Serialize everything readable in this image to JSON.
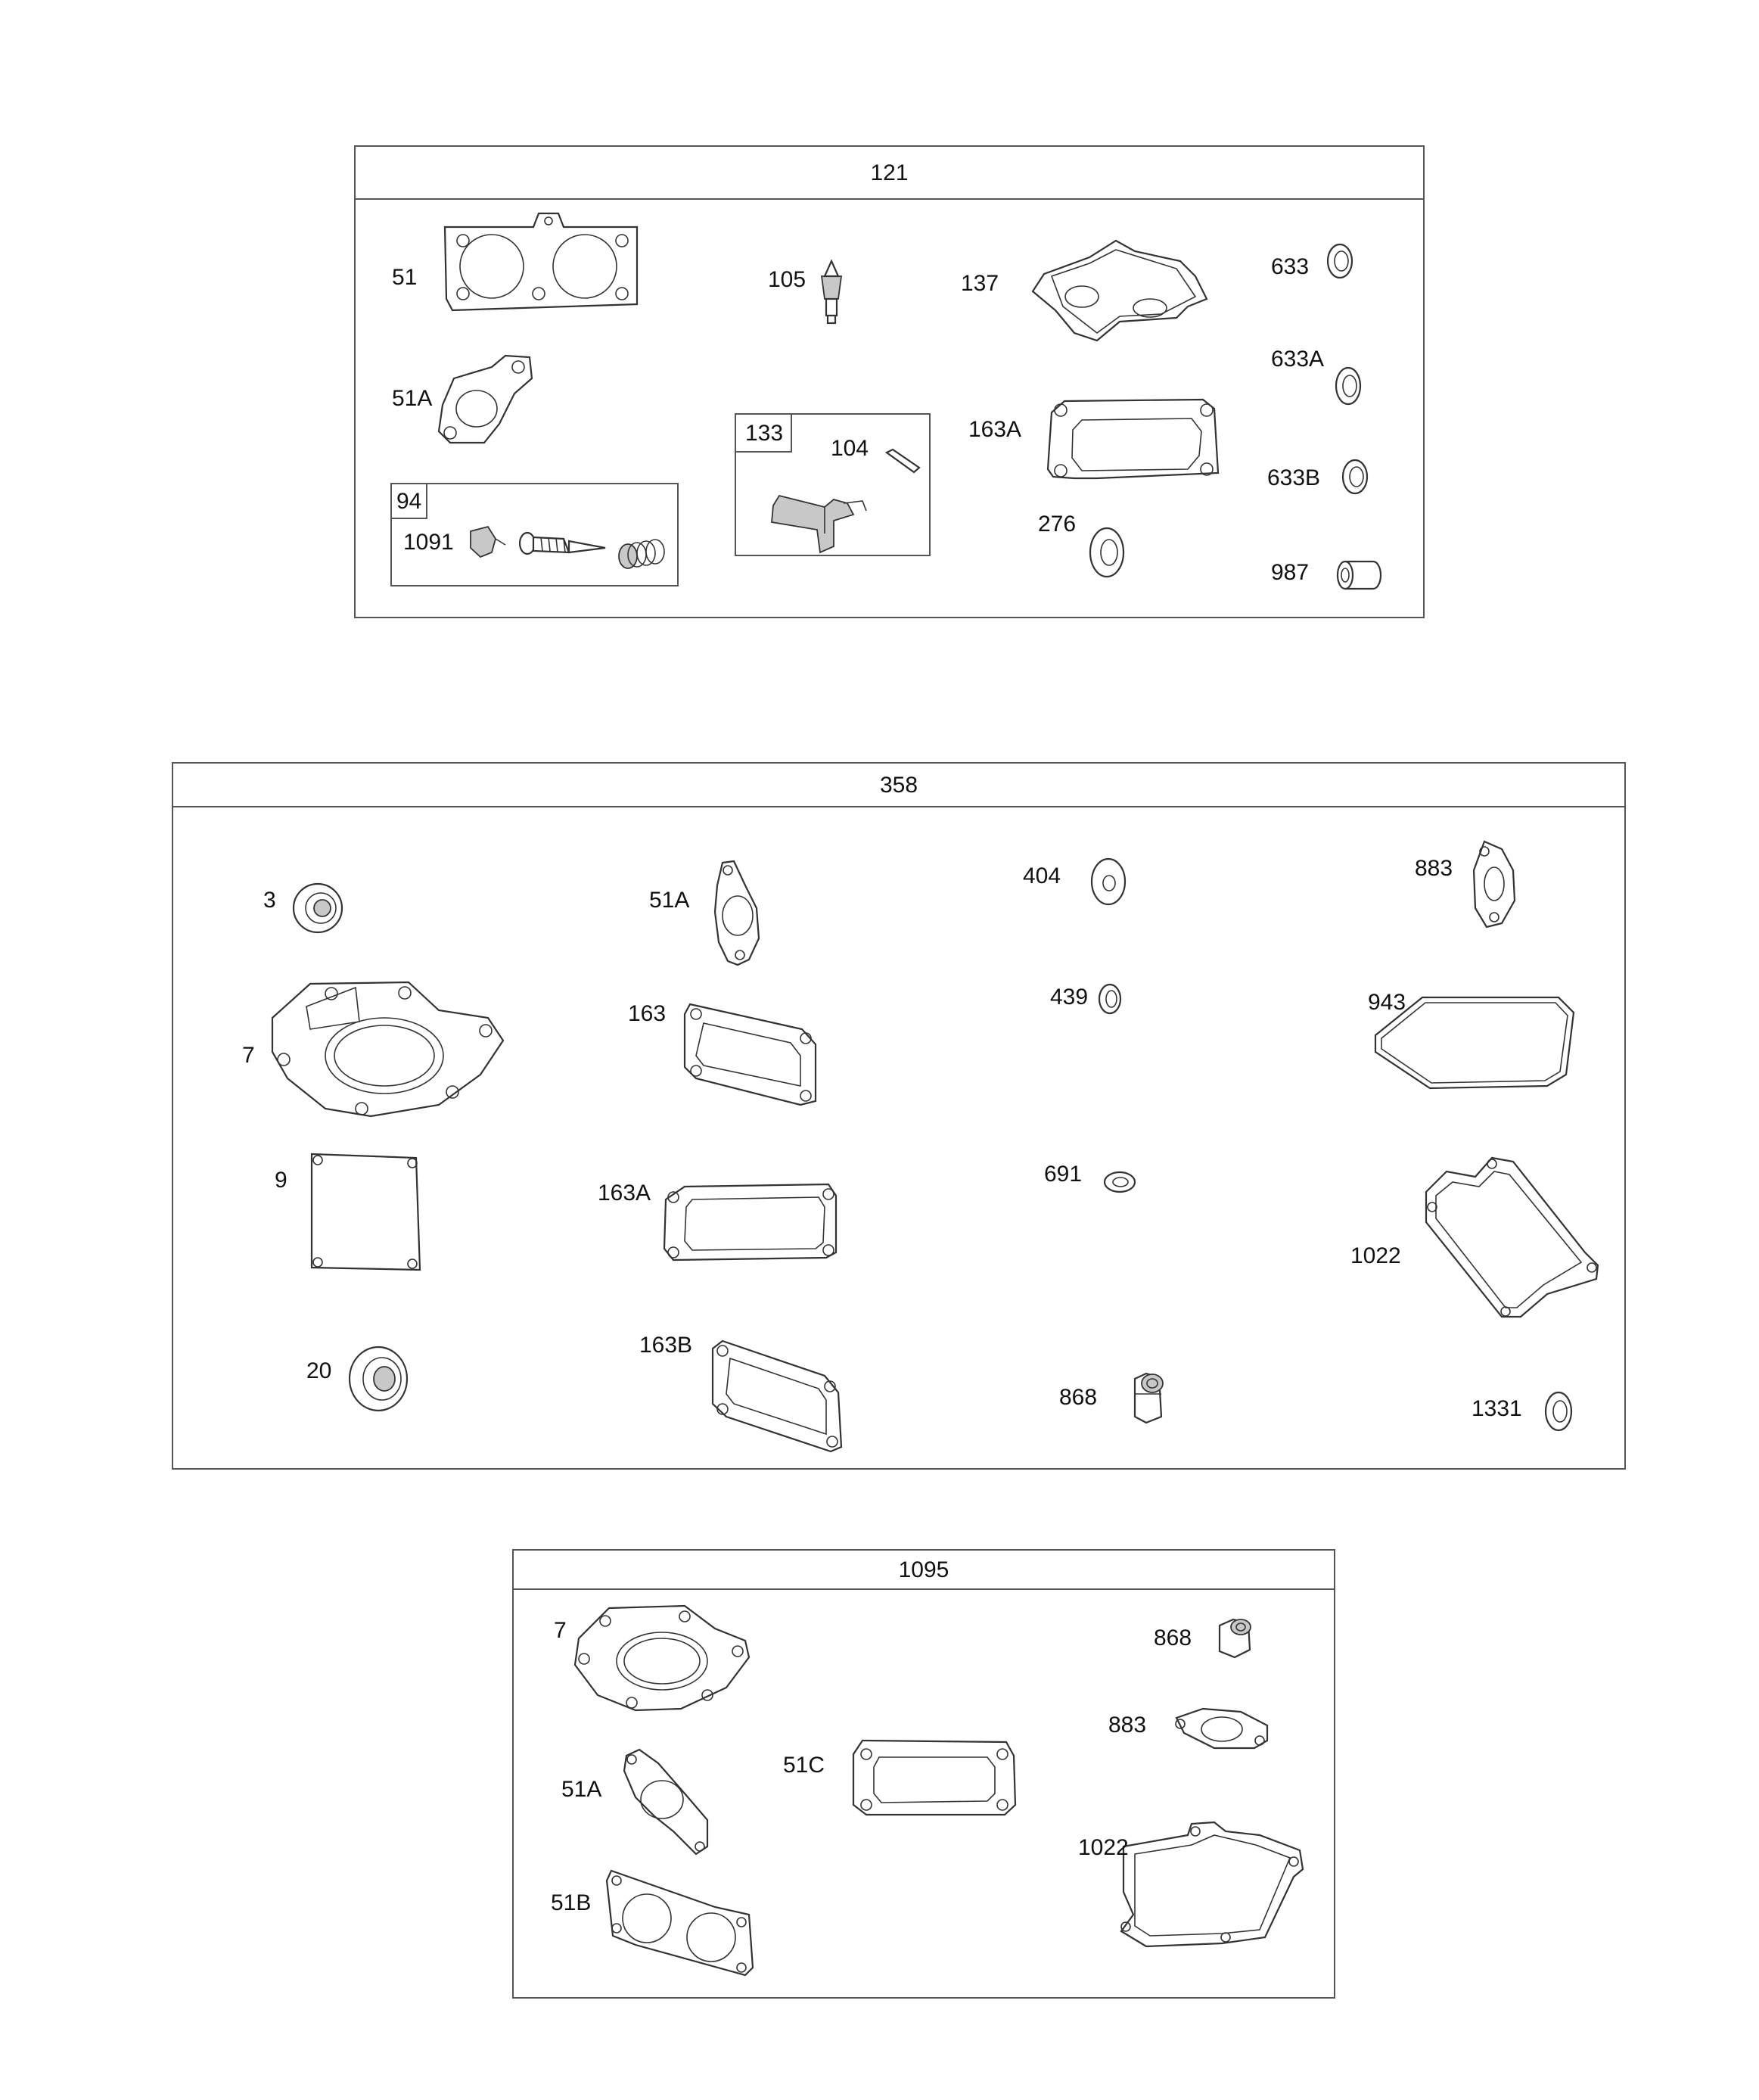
{
  "kits": [
    {
      "number": "121",
      "parts": [
        "51",
        "105",
        "137",
        "633",
        "633A",
        "51A",
        "163A",
        "633B",
        "276",
        "987"
      ],
      "subkits": [
        {
          "number": "94",
          "parts": [
            "1091"
          ]
        },
        {
          "number": "133",
          "parts": [
            "104"
          ]
        }
      ]
    },
    {
      "number": "358",
      "parts": [
        "3",
        "51A",
        "404",
        "883",
        "439",
        "7",
        "163",
        "943",
        "9",
        "163A",
        "691",
        "1022",
        "20",
        "163B",
        "868",
        "1331"
      ]
    },
    {
      "number": "1095",
      "parts": [
        "7",
        "868",
        "883",
        "51A",
        "51C",
        "1022",
        "51B"
      ]
    }
  ],
  "colors": {
    "line": "#333333",
    "background": "#ffffff",
    "fill_shade": "#c8c8c8"
  }
}
